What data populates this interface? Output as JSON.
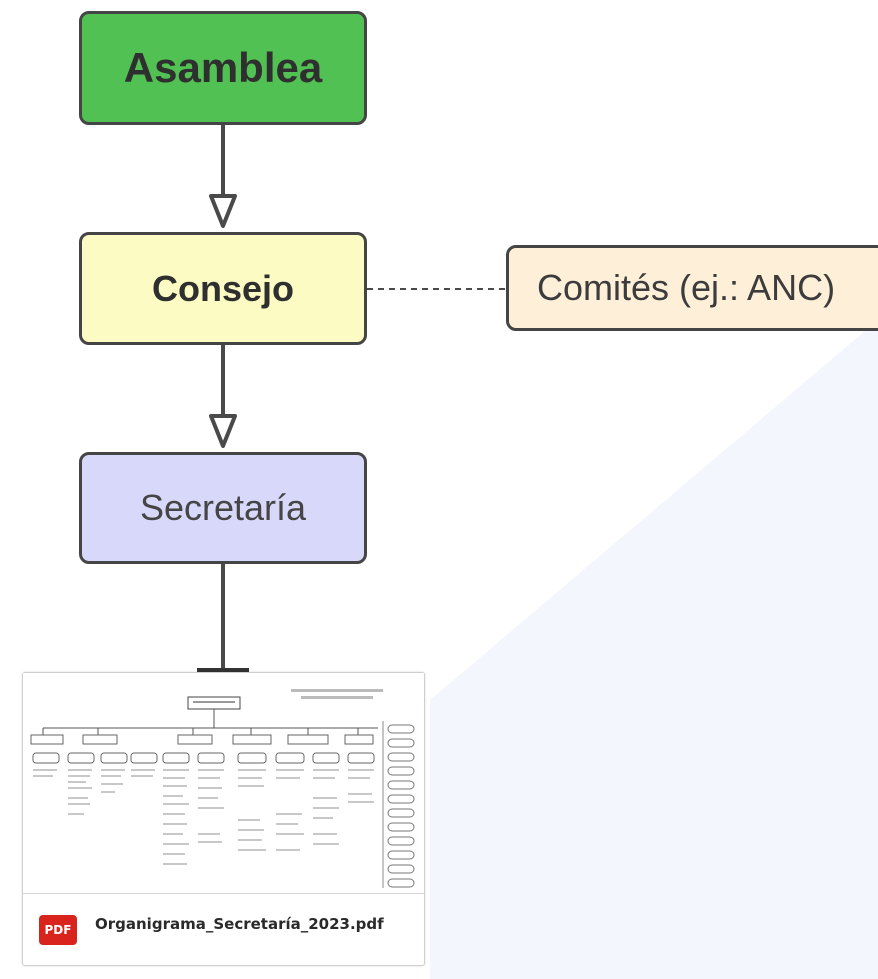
{
  "diagram": {
    "nodes": {
      "asamblea": "Asamblea",
      "consejo": "Consejo",
      "secretaria": "Secretaría",
      "comites": "Comités (ej.: ANC)"
    }
  },
  "attachment": {
    "icon_label": "PDF",
    "filename": "Organigrama_Secretaría_2023.pdf"
  },
  "colors": {
    "asamblea": "#52c153",
    "consejo": "#fbfbc3",
    "secretaria": "#d8d8fb",
    "comites": "#fdefd8",
    "pdf_icon": "#d8241c"
  }
}
